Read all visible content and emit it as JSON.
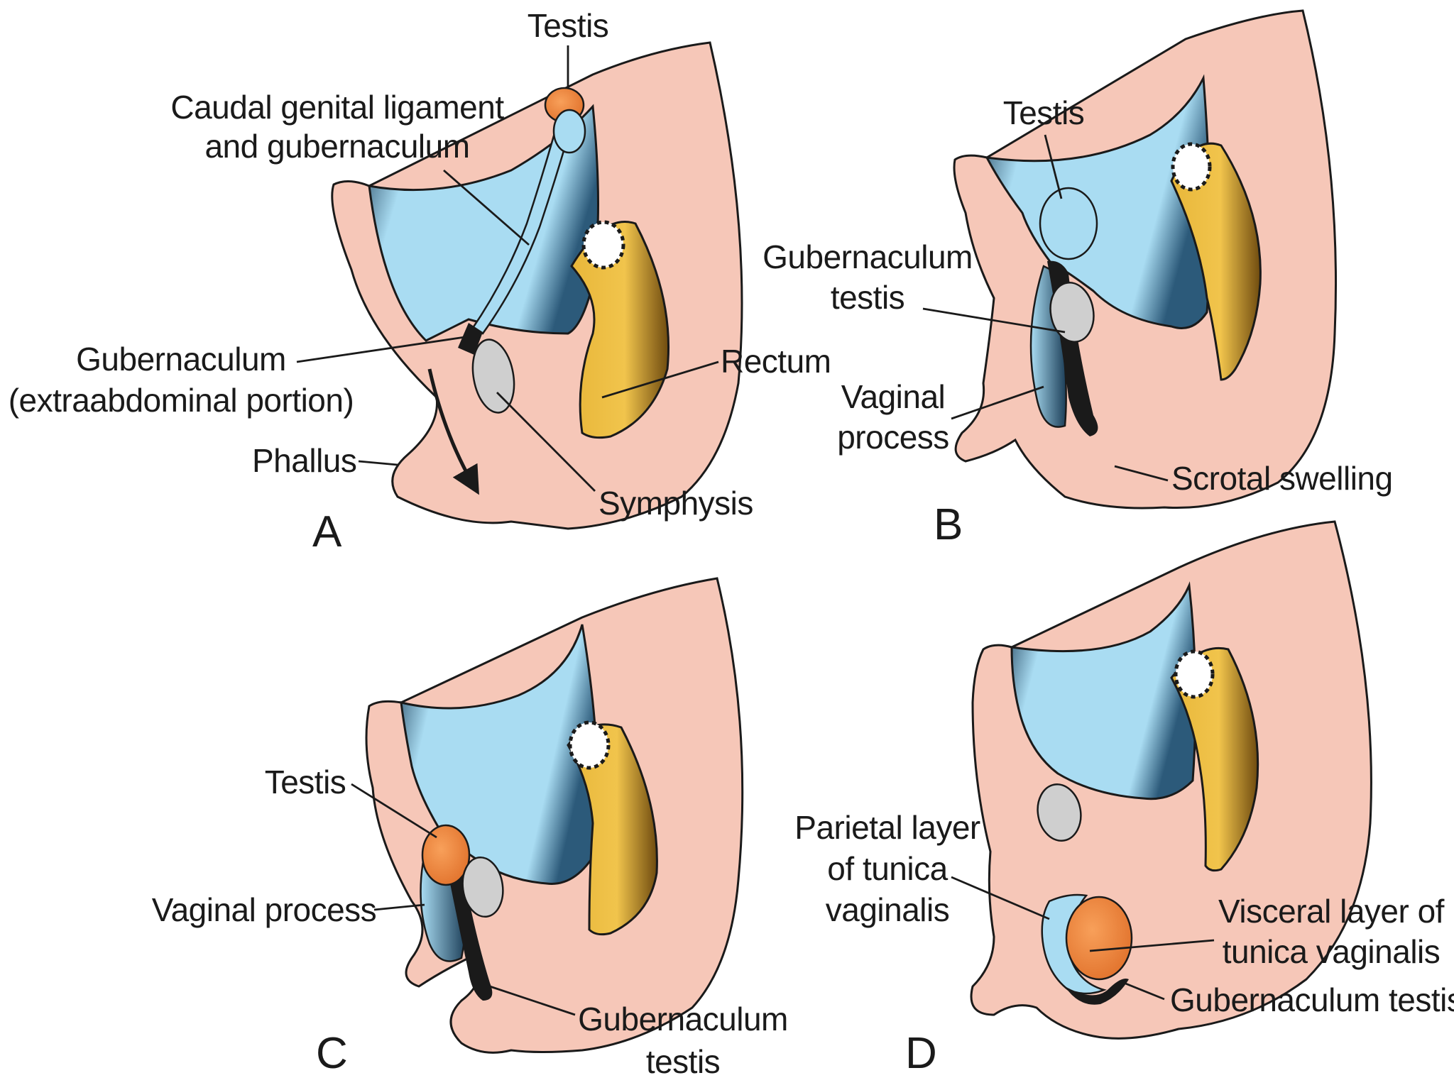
{
  "colors": {
    "body": "#f6c7b8",
    "cavity": "#a9dcf2",
    "cavity_dark": "#1c3e58",
    "rectum": "#e8b73a",
    "rectum_dark": "#6f4b0f",
    "testis": "#f2873a",
    "symphysis": "#cfcfcf",
    "outline": "#1a1a1a"
  },
  "panels": {
    "A": {
      "letter": "A",
      "testis": "Testis",
      "caudal_1": "Caudal genital ligament",
      "caudal_2": "and gubernaculum",
      "gub_1": "Gubernaculum",
      "gub_2": "(extraabdominal portion)",
      "rectum": "Rectum",
      "phallus": "Phallus",
      "symphysis": "Symphysis"
    },
    "B": {
      "letter": "B",
      "testis": "Testis",
      "gub_1": "Gubernaculum",
      "gub_2": "testis",
      "vaginal_1": "Vaginal",
      "vaginal_2": "process",
      "scrotal": "Scrotal swelling"
    },
    "C": {
      "letter": "C",
      "testis": "Testis",
      "vaginal": "Vaginal process",
      "gub_1": "Gubernaculum",
      "gub_2": "testis"
    },
    "D": {
      "letter": "D",
      "parietal_1": "Parietal layer",
      "parietal_2": "of tunica",
      "parietal_3": "vaginalis",
      "visceral_1": "Visceral layer of",
      "visceral_2": "tunica vaginalis",
      "gub": "Gubernaculum testis"
    }
  }
}
